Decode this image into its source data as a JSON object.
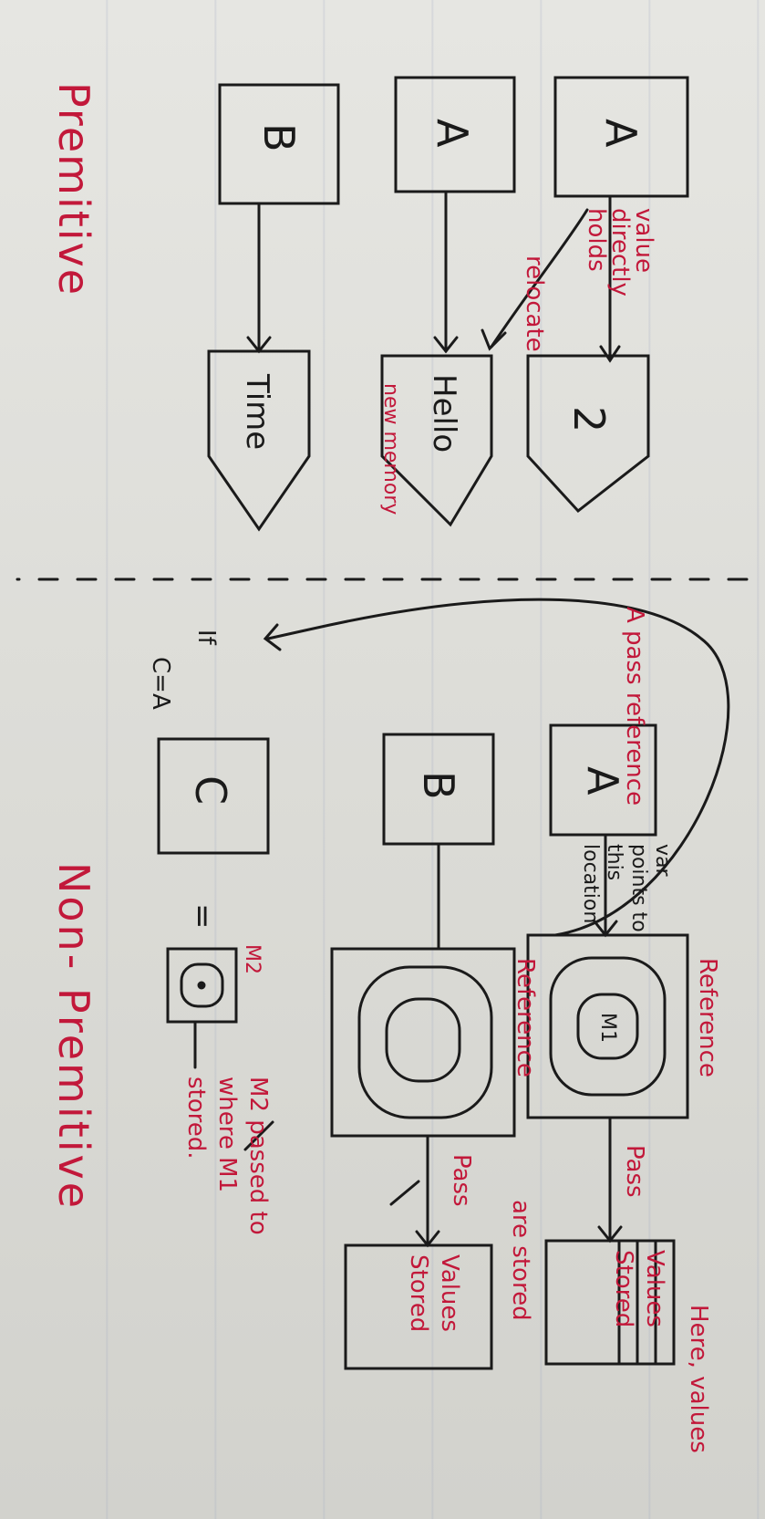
{
  "primitive": {
    "title": "Premitive",
    "boxes": [
      "A",
      "A",
      "B"
    ],
    "values": [
      "2",
      "Hello",
      "Time"
    ],
    "arrow_label": "value directly holds",
    "reallocate_label": "relocate",
    "new_memory_label": "new memory"
  },
  "non_primitive": {
    "title": "Non- Premitive",
    "boxes": [
      "A",
      "B",
      "C"
    ],
    "pointer_label": "var points to this location",
    "pass_reference_label": "A pass reference",
    "reference_label_1": "Reference",
    "reference_label_2": "Reference",
    "inner_label_m1": "M1",
    "inner_label_m2": "M2",
    "pass_1": "Pass",
    "pass_2": "Pass",
    "values_stored_1": "Values Stored",
    "values_stored_2": "Values Stored",
    "here_values": "Here, values",
    "are_stored": "are stored",
    "if_label": "If",
    "c_eq_a": "C=A",
    "equals": "=",
    "m2_note": "M2 passed to where M1 stored."
  },
  "colors": {
    "red_ink": "#c2183a",
    "black_ink": "#1a1a1a",
    "paper": "#e2e2de"
  }
}
